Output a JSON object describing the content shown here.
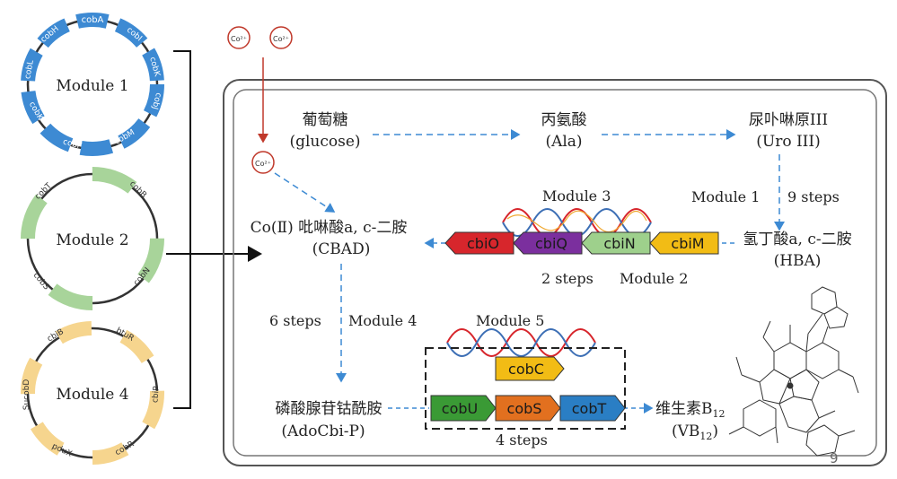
{
  "modules": [
    {
      "label": "Module 1",
      "genes": [
        "cobA",
        "cobI",
        "cobK",
        "cobJ",
        "cobM",
        "cobF",
        "cobK",
        "cobL",
        "cobH"
      ]
    },
    {
      "label": "Module 2",
      "genes": [
        "cobB",
        "cobN",
        "cobS",
        "cobT"
      ]
    },
    {
      "label": "Module 4",
      "genes": [
        "btuR",
        "cbiP",
        "cobR",
        "pduX",
        "SucobD",
        "cbiB"
      ]
    }
  ],
  "ions": {
    "co_top": "Co²⁺",
    "co_inner": "Co²⁺"
  },
  "nodes": {
    "glucose_cn": "葡萄糖",
    "glucose_en": "(glucose)",
    "ala_cn": "丙氨酸",
    "ala_en": "(Ala)",
    "uro_cn": "尿卟啉原III",
    "uro_en": "(Uro III)",
    "hba_cn": "氢丁酸a, c-二胺",
    "hba_en": "(HBA)",
    "cbad_cn": "Co(Ⅱ) 吡啉酸a, c-二胺",
    "cbad_en": "(CBAD)",
    "adocbi_cn": "磷酸腺苷钴酰胺",
    "adocbi_en": "(AdoCbi-P)",
    "vb12_cn": "维生素B",
    "vb12_sub": "12",
    "vb12_en_pre": "(VB",
    "vb12_en_sub": "12",
    "vb12_en_post": ")"
  },
  "labels": {
    "module1_steps": "Module 1",
    "nine_steps": "9 steps",
    "module3": "Module 3",
    "two_steps": "2 steps",
    "module2": "Module 2",
    "six_steps": "6 steps",
    "module4": "Module 4",
    "module5": "Module 5",
    "four_steps": "4 steps"
  },
  "genes_row1": [
    {
      "name": "cbiO",
      "color": "#d7262c"
    },
    {
      "name": "cbiQ",
      "color": "#7b2f9e"
    },
    {
      "name": "cbiN",
      "color": "#9ed08c"
    },
    {
      "name": "cbiM",
      "color": "#f2bc15"
    }
  ],
  "genes_row2": [
    {
      "name": "cobC",
      "color": "#f2bc15"
    },
    {
      "name": "cobU",
      "color": "#3a9a35"
    },
    {
      "name": "cobS",
      "color": "#e2701f"
    },
    {
      "name": "cobT",
      "color": "#2a7ec4"
    }
  ],
  "page_number": "9",
  "colors": {
    "module1": "#3d8ad3",
    "module2": "#a8d49a",
    "module4": "#f6d58e",
    "arrow_blue": "#3d8ad3",
    "ion": "#c0392b"
  }
}
